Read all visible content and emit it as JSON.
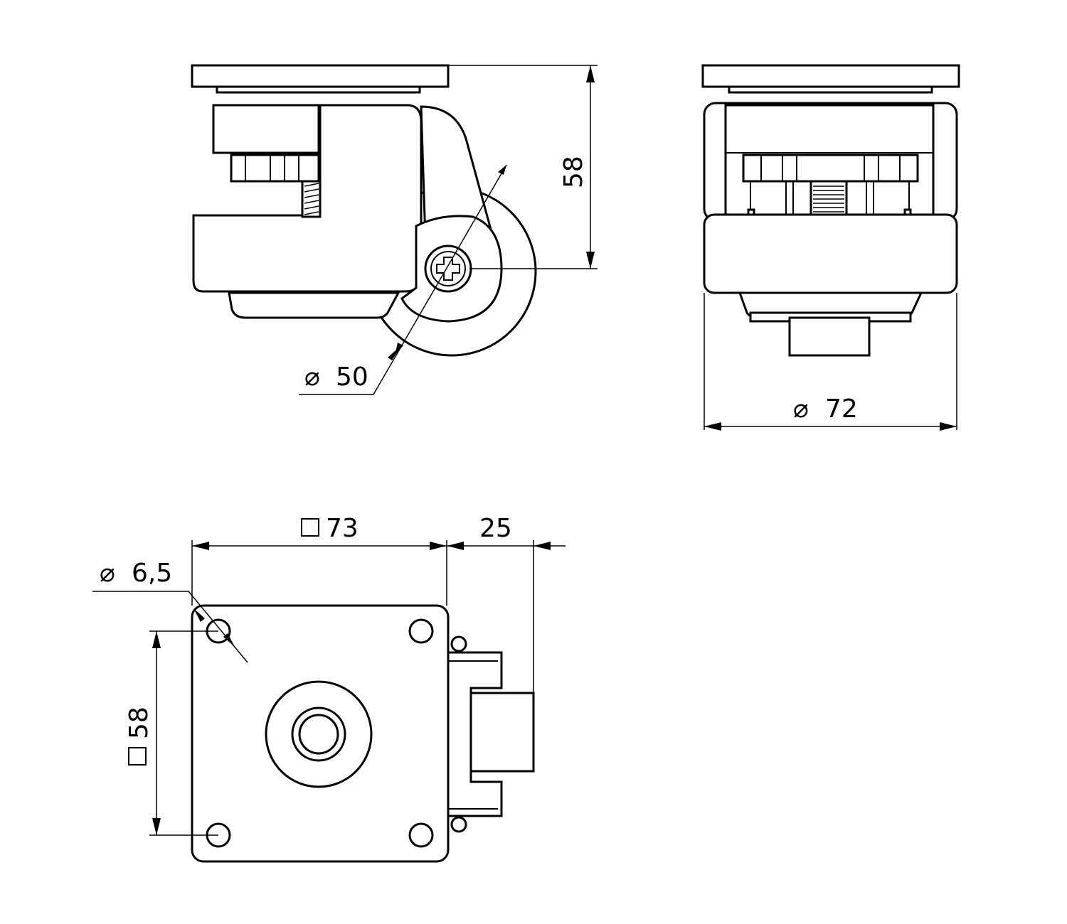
{
  "title": "Leveling caster technical drawing",
  "side_view": {
    "height_dim": "58",
    "wheel_diameter_symbol": "⌀",
    "wheel_diameter": "50"
  },
  "front_view": {
    "width_symbol": "⌀",
    "width_dim": "72"
  },
  "top_view": {
    "plate_symbol": "□",
    "plate_dim": "73",
    "offset_dim": "25",
    "hole_symbol": "⌀",
    "hole_dim": "6,5",
    "hole_spacing_symbol": "□",
    "hole_spacing_dim": "58"
  },
  "colors": {
    "line": "#000000",
    "background": "#ffffff"
  }
}
